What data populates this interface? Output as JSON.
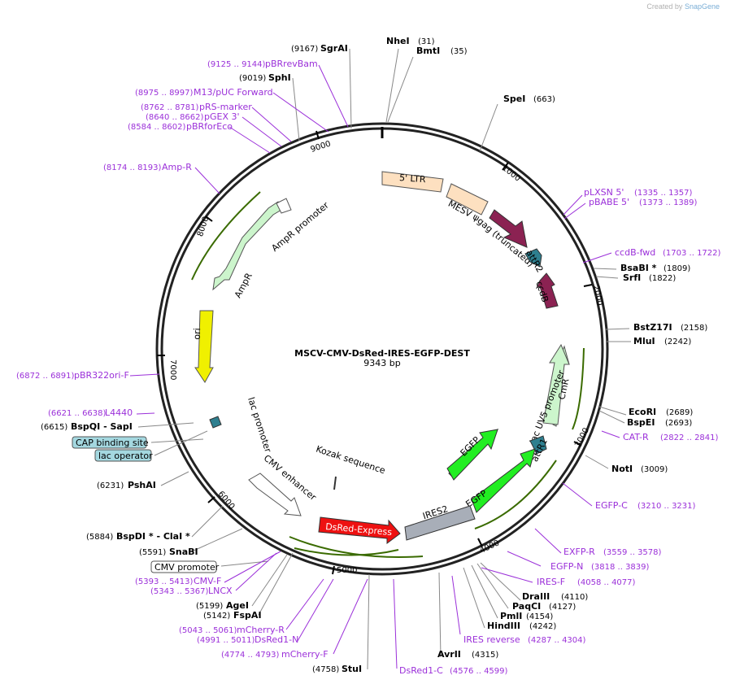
{
  "brand": {
    "created_by": "Created by",
    "name": "SnapGene"
  },
  "title": {
    "name": "MSCV-CMV-DsRed-IRES-EGFP-DEST",
    "length": "9343 bp"
  },
  "ticks": [
    "1000",
    "2000",
    "3000",
    "4000",
    "5000",
    "6000",
    "7000",
    "8000",
    "9000"
  ],
  "sites": [
    {
      "name": "NheI",
      "pos": "(31)"
    },
    {
      "name": "BmtI",
      "pos": "(35)"
    },
    {
      "name": "SpeI",
      "pos": "(663)"
    },
    {
      "name": "BsaBI *",
      "pos": "(1809)"
    },
    {
      "name": "SrfI",
      "pos": "(1822)"
    },
    {
      "name": "BstZ17I",
      "pos": "(2158)"
    },
    {
      "name": "MluI",
      "pos": "(2242)"
    },
    {
      "name": "EcoRI",
      "pos": "(2689)"
    },
    {
      "name": "BspEI",
      "pos": "(2693)"
    },
    {
      "name": "NotI",
      "pos": "(3009)"
    },
    {
      "name": "DraIII",
      "pos": "(4110)"
    },
    {
      "name": "PaqCI",
      "pos": "(4127)"
    },
    {
      "name": "PmlI",
      "pos": "(4154)"
    },
    {
      "name": "HindIII",
      "pos": "(4242)"
    },
    {
      "name": "AvrII",
      "pos": "(4315)"
    },
    {
      "name": "StuI",
      "pos": "(4758)"
    },
    {
      "name": "FspAI",
      "pos": "(5142)"
    },
    {
      "name": "AgeI",
      "pos": "(5199)"
    },
    {
      "name": "SnaBI",
      "pos": "(5591)"
    },
    {
      "name": "BspDI * - ClaI *",
      "pos": "(5884)"
    },
    {
      "name": "PshAI",
      "pos": "(6231)"
    },
    {
      "name": "BspQI - SapI",
      "pos": "(6615)"
    },
    {
      "name": "SphI",
      "pos": "(9019)"
    },
    {
      "name": "SgrAI",
      "pos": "(9167)"
    }
  ],
  "primers": [
    {
      "name": "pLXSN 5'",
      "pos": "(1335 .. 1357)"
    },
    {
      "name": "pBABE 5'",
      "pos": "(1373 .. 1389)"
    },
    {
      "name": "ccdB-fwd",
      "pos": "(1703 .. 1722)"
    },
    {
      "name": "CAT-R",
      "pos": "(2822 .. 2841)"
    },
    {
      "name": "EGFP-C",
      "pos": "(3210 .. 3231)"
    },
    {
      "name": "EXFP-R",
      "pos": "(3559 .. 3578)"
    },
    {
      "name": "EGFP-N",
      "pos": "(3818 .. 3839)"
    },
    {
      "name": "IRES-F",
      "pos": "(4058 .. 4077)"
    },
    {
      "name": "IRES reverse",
      "pos": "(4287 .. 4304)"
    },
    {
      "name": "DsRed1-C",
      "pos": "(4576 .. 4599)"
    },
    {
      "name": "mCherry-F",
      "pos": "(4774 .. 4793)"
    },
    {
      "name": "DsRed1-N",
      "pos": "(4991 .. 5011)"
    },
    {
      "name": "mCherry-R",
      "pos": "(5043 .. 5061)"
    },
    {
      "name": "LNCX",
      "pos": "(5343 .. 5367)"
    },
    {
      "name": "CMV-F",
      "pos": "(5393 .. 5413)"
    },
    {
      "name": "L4440",
      "pos": "(6621 .. 6638)"
    },
    {
      "name": "pBR322ori-F",
      "pos": "(6872 .. 6891)"
    },
    {
      "name": "Amp-R",
      "pos": "(8174 .. 8193)"
    },
    {
      "name": "pBRforEco",
      "pos": "(8584 .. 8602)"
    },
    {
      "name": "pGEX 3'",
      "pos": "(8640 .. 8662)"
    },
    {
      "name": "pRS-marker",
      "pos": "(8762 .. 8781)"
    },
    {
      "name": "M13/pUC Forward",
      "pos": "(8975 .. 8997)"
    },
    {
      "name": "pBRrevBam",
      "pos": "(9125 .. 9144)"
    }
  ],
  "boxed_features": [
    "CAP binding site",
    "lac operator",
    "CMV promoter"
  ],
  "features": {
    "ltr5": "5' LTR",
    "mesv": "MESV ψ",
    "gag": "gag (truncated)",
    "attr2": "attR2",
    "ccdb": "ccdB",
    "cmr": "CmR",
    "lacuv5": "lac UV5 promoter",
    "attr1": "attR1",
    "egfp_inner": "EGFP",
    "egfp": "EGFP",
    "ires2": "IRES2",
    "dsred": "DsRed-Express",
    "kozak": "Kozak sequence",
    "cmv_enhancer": "CMV enhancer",
    "lac_promoter": "lac promoter",
    "ori": "ori",
    "ampr": "AmpR",
    "ampr_promoter": "AmpR promoter"
  },
  "colors": {
    "primer": "#9b30d9",
    "ltr": "#fde0c0",
    "gag": "#8b2252",
    "attr": "#2e7f8f",
    "cmr": "#ccf5cc",
    "egfp": "#22ee22",
    "ires": "#a8aeb8",
    "dsred": "#ee1111",
    "ori": "#f0f000",
    "ampr": "#ccf5cc"
  }
}
